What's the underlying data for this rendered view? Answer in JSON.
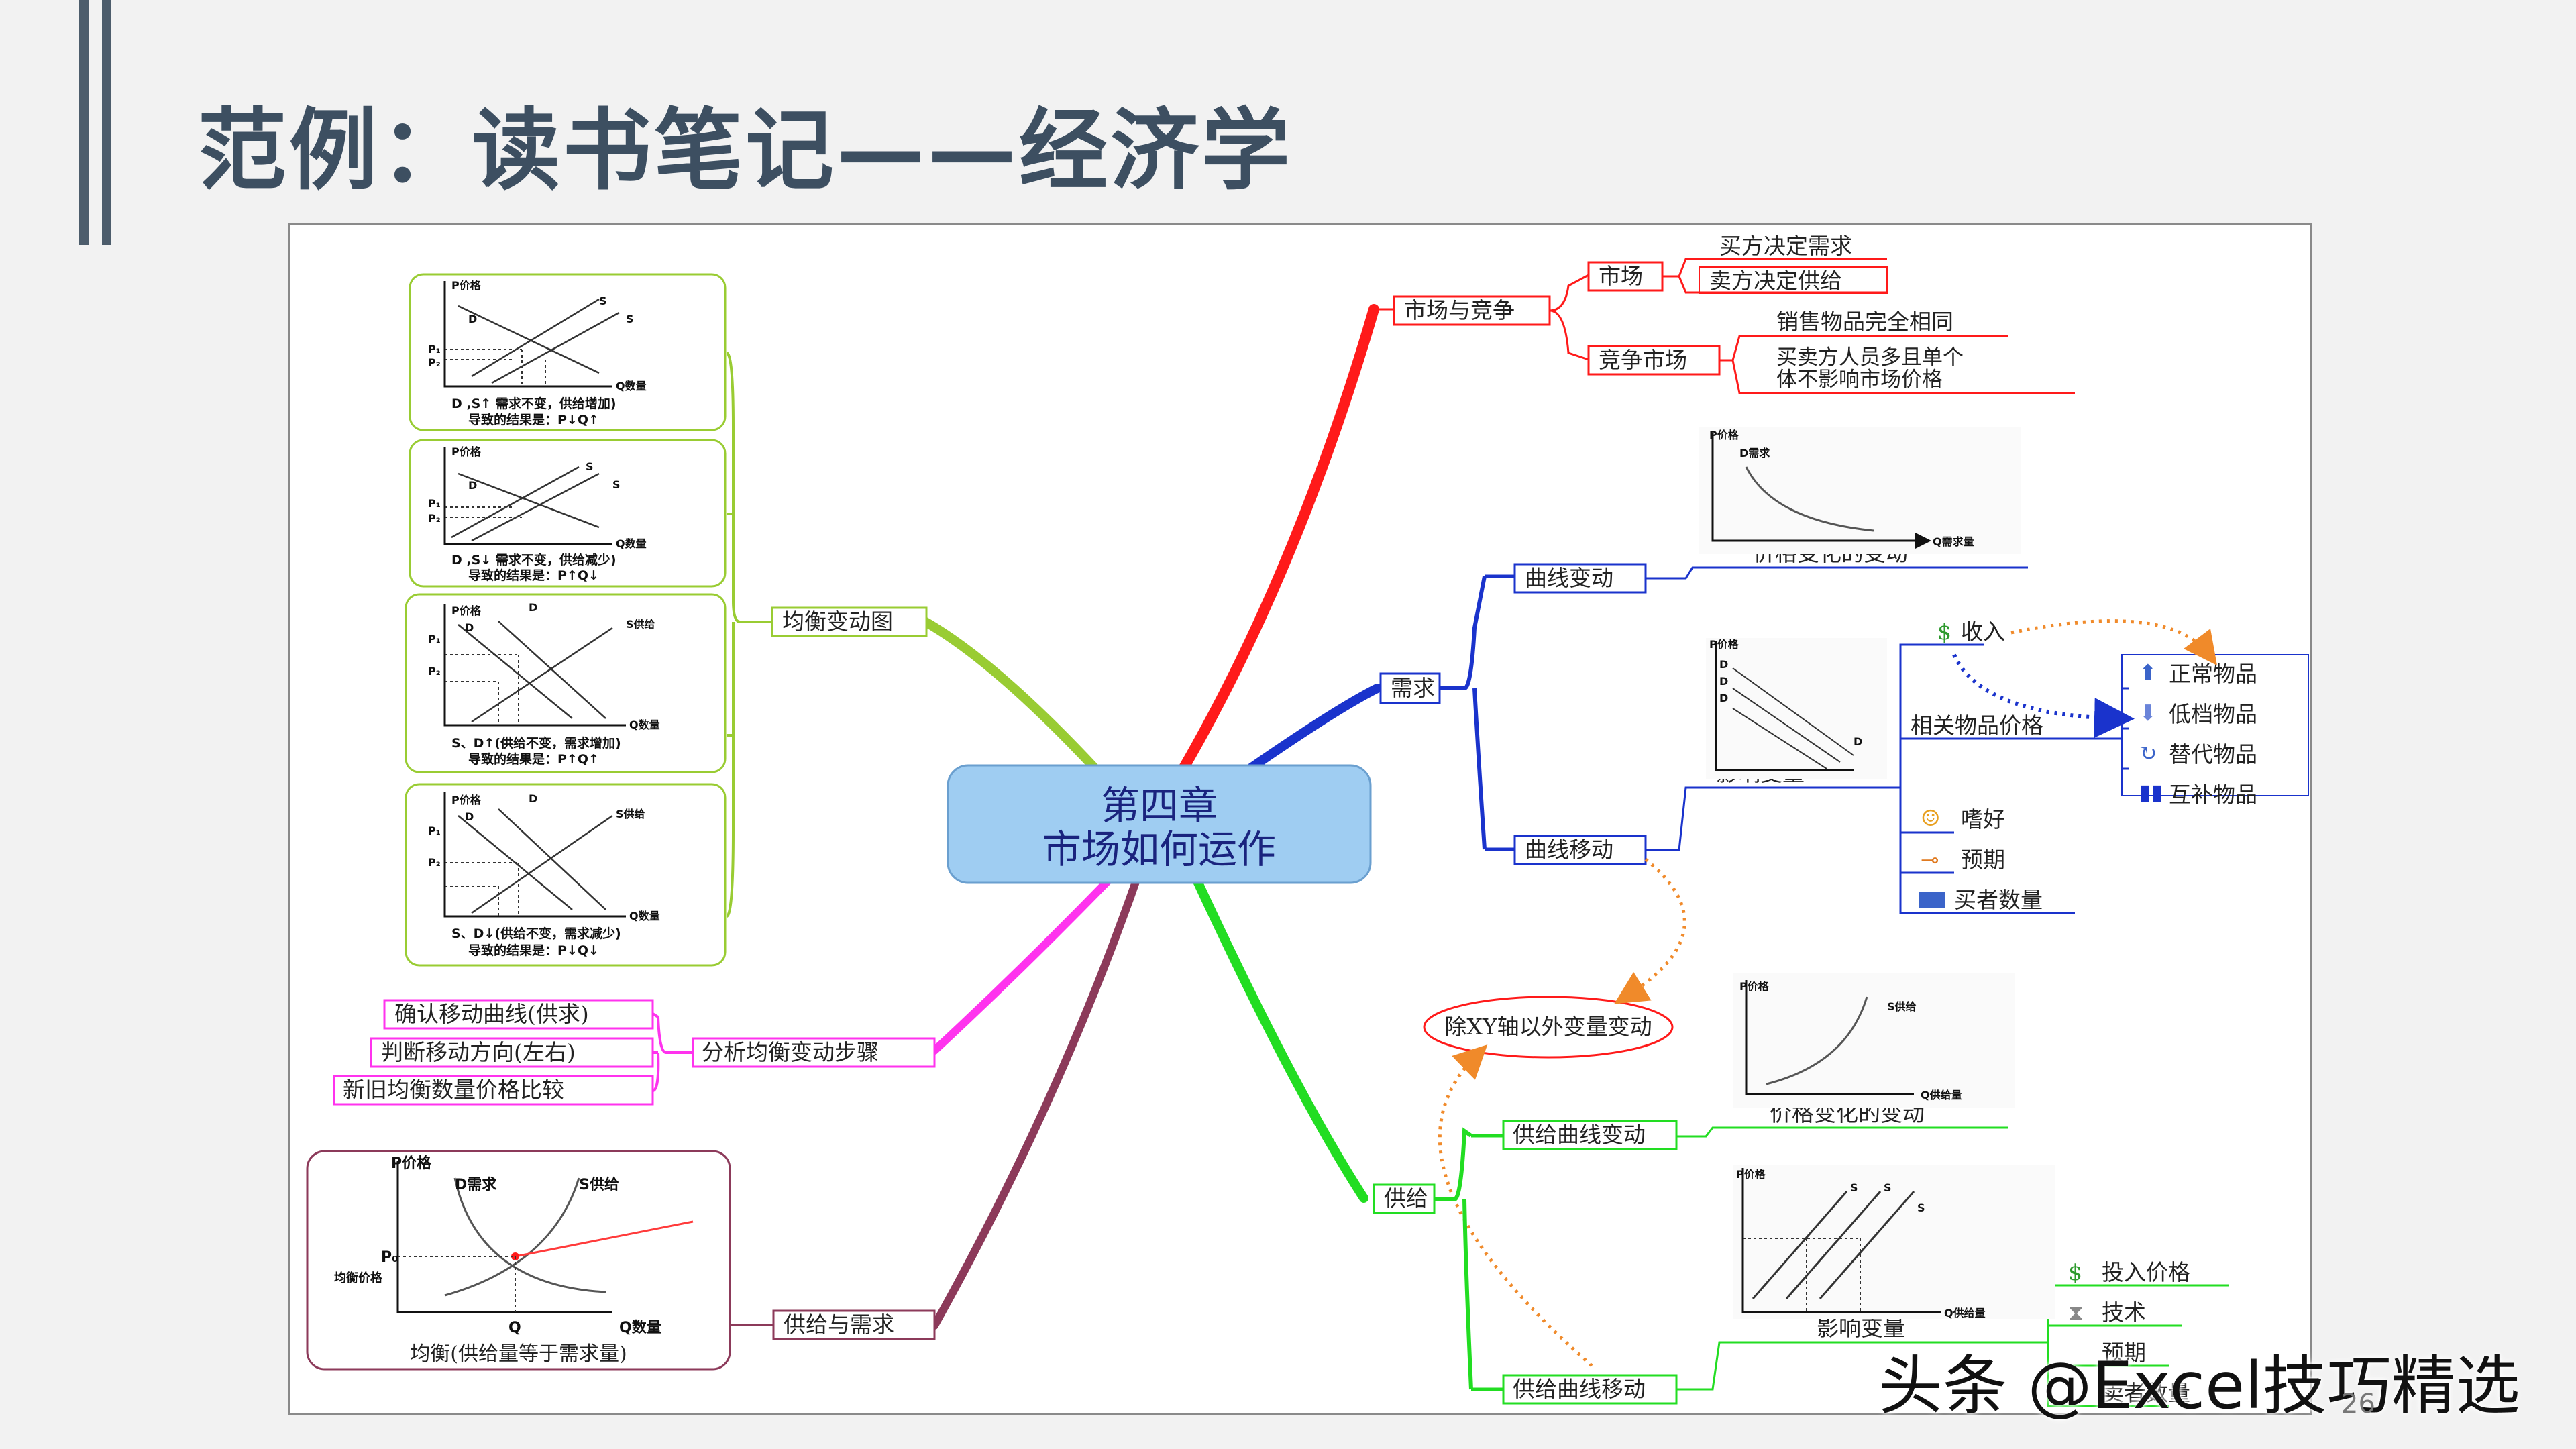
{
  "slide": {
    "title": "范例：读书笔记——经济学",
    "watermark": "头条 @Excel技巧精选",
    "page_number": "26"
  },
  "mindmap": {
    "center": {
      "line1": "第四章",
      "line2": "市场如何运作"
    },
    "market": {
      "label": "市场与竞争",
      "market_node": "市场",
      "buyers": "买方决定需求",
      "sellers": "卖方决定供给",
      "competitive": "竞争市场",
      "same_goods": "销售物品完全相同",
      "many_buyers_1": "买卖方人员多且单个",
      "many_buyers_2": "体不影响市场价格"
    },
    "demand": {
      "label": "需求",
      "curve_change": "曲线变动",
      "price_change": "价格变化的变动",
      "curve_shift": "曲线移动",
      "influence": "影响变量",
      "income": "收入",
      "related_price": "相关物品价格",
      "normal_good": "正常物品",
      "inferior_good": "低档物品",
      "substitute": "替代物品",
      "complement": "互补物品",
      "taste": "嗜好",
      "expectation": "预期",
      "buyers_count": "买者数量",
      "graph1": {
        "p": "P价格",
        "d": "D需求",
        "q": "Q需求量"
      },
      "graph2": {
        "p": "P价格",
        "d1": "D",
        "d2": "D",
        "d3": "D",
        "d4": "D"
      }
    },
    "other_var": "除XY轴以外变量变动",
    "supply": {
      "label": "供给",
      "curve_change": "供给曲线变动",
      "price_change": "价格变化的变动",
      "curve_shift": "供给曲线移动",
      "influence": "影响变量",
      "input_price": "投入价格",
      "tech": "技术",
      "expect": "预期",
      "sellers_count": "卖者数量",
      "graph1": {
        "p": "P价格",
        "s": "S供给",
        "q": "Q供给量"
      },
      "graph2": {
        "p": "P价格",
        "s1": "S",
        "s2": "S",
        "s3": "S",
        "q": "Q供给量"
      }
    },
    "equilibrium_charts": {
      "label": "均衡变动图",
      "chart1": {
        "p": "P价格",
        "d": "D",
        "s1": "S",
        "s2": "S",
        "p1": "P₁",
        "p2": "P₂",
        "q": "Q数量",
        "cap1": "D ,S↑ 需求不变，供给增加)",
        "cap2": "导致的结果是：P↓Q↑"
      },
      "chart2": {
        "p": "P价格",
        "d": "D",
        "s1": "S",
        "s2": "S",
        "p1": "P₁",
        "p2": "P₂",
        "q": "Q数量",
        "cap1": "D ,S↓ 需求不变，供给减少)",
        "cap2": "导致的结果是：P↑Q↓"
      },
      "chart3": {
        "p": "P价格",
        "d1": "D",
        "d2": "D",
        "s": "S供给",
        "p1": "P₁",
        "p2": "P₂",
        "q": "Q数量",
        "cap1": "S、D↑(供给不变，需求增加)",
        "cap2": "导致的结果是：P↑Q↑"
      },
      "chart4": {
        "p": "P价格",
        "d1": "D",
        "d2": "D",
        "s": "S供给",
        "p1": "P₁",
        "p2": "P₂",
        "q": "Q数量",
        "cap1": "S、D↓(供给不变，需求减少)",
        "cap2": "导致的结果是：P↓Q↓"
      }
    },
    "steps": {
      "label": "分析均衡变动步骤",
      "s1": "确认移动曲线(供求)",
      "s2": "判断移动方向(左右)",
      "s3": "新旧均衡数量价格比较"
    },
    "supply_demand": {
      "label": "供给与需求",
      "p": "P价格",
      "d": "D需求",
      "s": "S供给",
      "pe": "P₀",
      "eq_price": "均衡价格",
      "q0": "Q",
      "q": "Q数量",
      "caption": "均衡(供给量等于需求量)"
    },
    "colors": {
      "market": "#ff1a1a",
      "demand": "#1a33cc",
      "supply": "#22dd22",
      "equilibrium": "#99cc33",
      "steps": "#ff33ee",
      "supply_demand": "#8c3a5a",
      "center_fill": "#9fcdf2",
      "orange_arrow": "#f08a2a"
    }
  }
}
